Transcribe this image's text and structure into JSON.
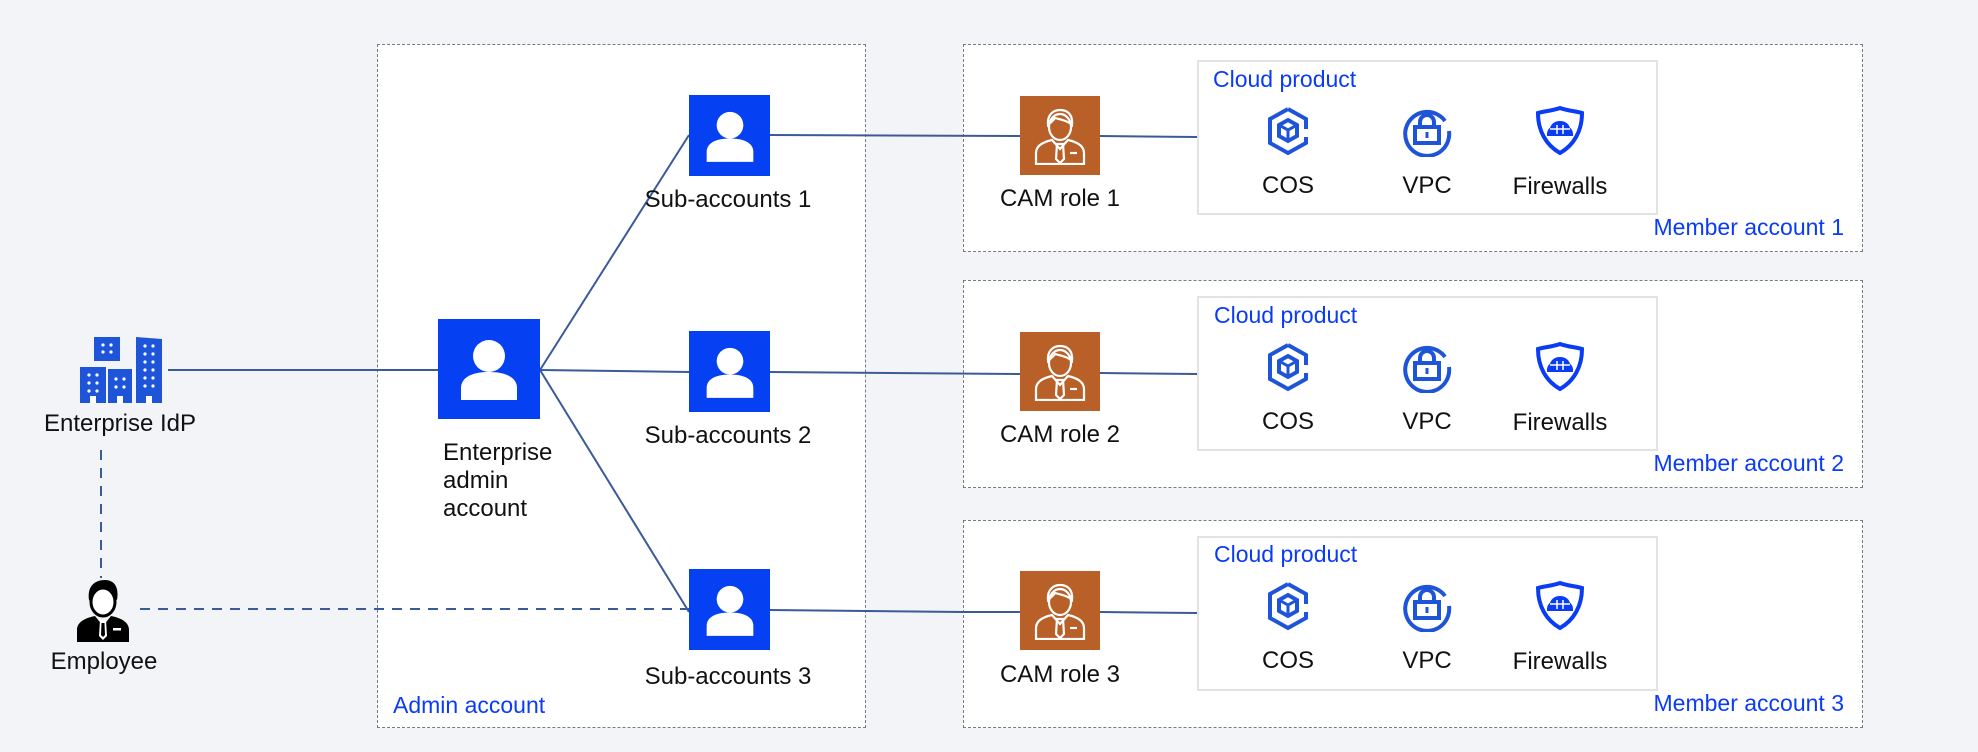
{
  "idp": {
    "label": "Enterprise IdP",
    "icon": "buildings-icon"
  },
  "employee": {
    "label": "Employee",
    "icon": "employee-icon"
  },
  "admin_account": {
    "label": "Admin account",
    "enterprise_admin": {
      "label_lines": [
        "Enterprise",
        "admin",
        "account"
      ],
      "icon": "user-icon"
    },
    "sub_accounts": [
      {
        "label": "Sub-accounts 1"
      },
      {
        "label": "Sub-accounts 2"
      },
      {
        "label": "Sub-accounts 3"
      }
    ]
  },
  "member_accounts": [
    {
      "label": "Member account 1",
      "role": "CAM role 1",
      "cloud_product": {
        "title": "Cloud product",
        "products": [
          {
            "label": "COS",
            "icon": "cos-icon"
          },
          {
            "label": "VPC",
            "icon": "vpc-icon"
          },
          {
            "label": "Firewalls",
            "icon": "firewall-icon"
          }
        ]
      }
    },
    {
      "label": "Member account 2",
      "role": "CAM role 2",
      "cloud_product": {
        "title": "Cloud product",
        "products": [
          {
            "label": "COS",
            "icon": "cos-icon"
          },
          {
            "label": "VPC",
            "icon": "vpc-icon"
          },
          {
            "label": "Firewalls",
            "icon": "firewall-icon"
          }
        ]
      }
    },
    {
      "label": "Member account 3",
      "role": "CAM role 3",
      "cloud_product": {
        "title": "Cloud product",
        "products": [
          {
            "label": "COS",
            "icon": "cos-icon"
          },
          {
            "label": "VPC",
            "icon": "vpc-icon"
          },
          {
            "label": "Firewalls",
            "icon": "firewall-icon"
          }
        ]
      }
    }
  ],
  "colors": {
    "primary_blue": "#0540f2",
    "role_orange": "#b95f28",
    "line": "#3a5a9a",
    "label_blue": "#0a3cf5"
  }
}
